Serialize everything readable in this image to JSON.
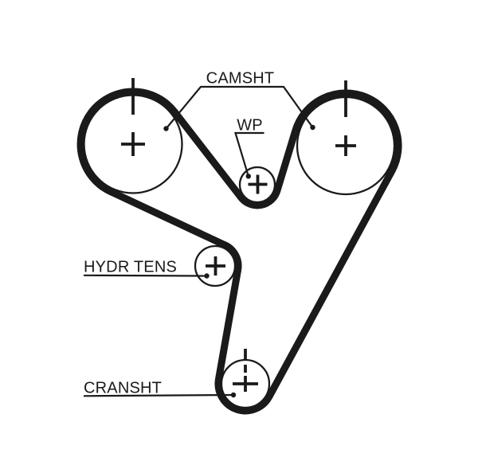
{
  "diagram": {
    "title": "timing-belt-routing-diagram",
    "labels": {
      "camshaft": "CAMSHT",
      "water_pump": "WP",
      "hydraulic_tensioner": "HYDR TENS",
      "crankshaft": "CRANSHT"
    },
    "colors": {
      "ink": "#1a1a1a",
      "background": "#ffffff"
    }
  }
}
